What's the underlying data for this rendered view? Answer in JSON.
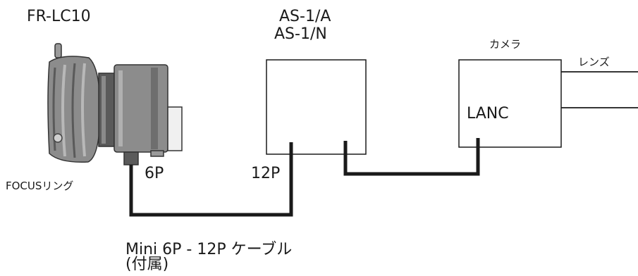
{
  "device": {
    "name": "FR-LC10",
    "focus_ring_label": "FOCUSリング",
    "port_label": "6P"
  },
  "adapter": {
    "name_line1": "AS-1/A",
    "name_line2": "AS-1/N",
    "port_label": "12P"
  },
  "camera": {
    "name": "カメラ",
    "port_label": "LANC"
  },
  "lens": {
    "name": "レンズ"
  },
  "cable": {
    "label_line1": "Mini 6P - 12P ケーブル",
    "label_line2": "(付属)"
  },
  "colors": {
    "line": "#1a1a1a",
    "device_body": "#8a8a8a",
    "device_dark": "#3a3a3a",
    "background": "#ffffff"
  }
}
